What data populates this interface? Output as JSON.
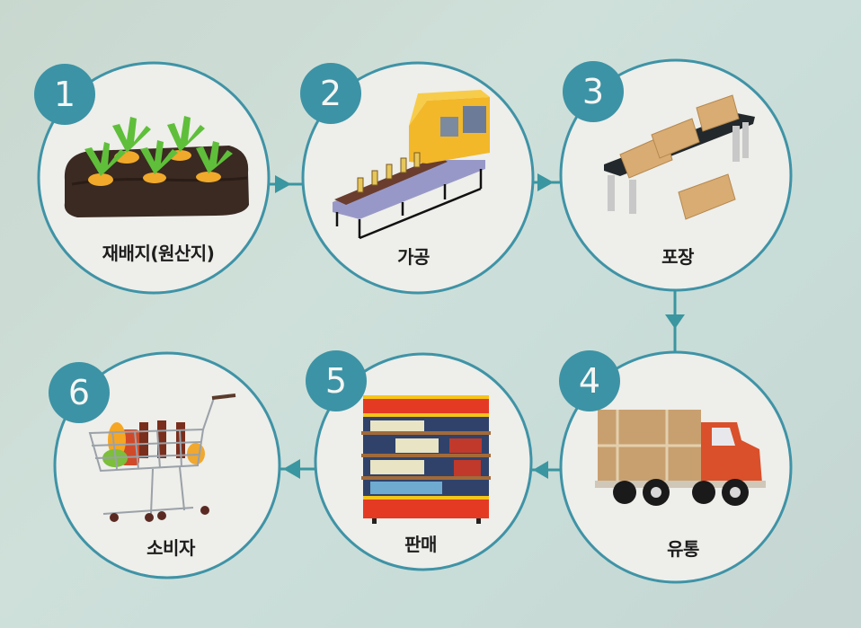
{
  "diagram": {
    "type": "process-flow",
    "colors": {
      "background": "#cadbd5",
      "circle_fill": "#eeeeea",
      "circle_stroke": "#3f93a6",
      "badge_fill": "#3c93a5",
      "arrow": "#3a96a0",
      "label_text": "#1d1d1d"
    },
    "steps": [
      {
        "number": "1",
        "label": "재배지(원산지)",
        "icon": "carrot-field-icon"
      },
      {
        "number": "2",
        "label": "가공",
        "icon": "conveyor-belt-icon"
      },
      {
        "number": "3",
        "label": "포장",
        "icon": "packing-boxes-icon"
      },
      {
        "number": "4",
        "label": "유통",
        "icon": "delivery-truck-icon"
      },
      {
        "number": "5",
        "label": "판매",
        "icon": "store-shelf-icon"
      },
      {
        "number": "6",
        "label": "소비자",
        "icon": "shopping-cart-icon"
      }
    ],
    "edges": [
      {
        "from": "1",
        "to": "2",
        "direction": "right"
      },
      {
        "from": "2",
        "to": "3",
        "direction": "right"
      },
      {
        "from": "3",
        "to": "4",
        "direction": "down"
      },
      {
        "from": "4",
        "to": "5",
        "direction": "left"
      },
      {
        "from": "5",
        "to": "6",
        "direction": "left"
      }
    ]
  }
}
